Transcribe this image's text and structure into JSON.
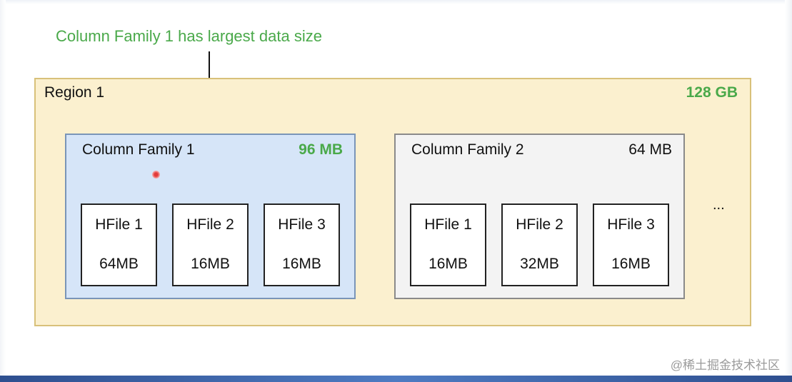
{
  "annotation": "Column Family 1 has largest data size",
  "region": {
    "name": "Region 1",
    "size": "128 GB",
    "ellipsis": "...",
    "column_families": [
      {
        "name": "Column Family 1",
        "size": "96 MB",
        "highlighted": true,
        "hfiles": [
          {
            "name": "HFile 1",
            "size": "64MB"
          },
          {
            "name": "HFile 2",
            "size": "16MB"
          },
          {
            "name": "HFile 3",
            "size": "16MB"
          }
        ]
      },
      {
        "name": "Column Family 2",
        "size": "64 MB",
        "highlighted": false,
        "hfiles": [
          {
            "name": "HFile 1",
            "size": "16MB"
          },
          {
            "name": "HFile 2",
            "size": "32MB"
          },
          {
            "name": "HFile 3",
            "size": "16MB"
          }
        ]
      }
    ]
  },
  "watermark": "@稀土掘金技术社区",
  "colors": {
    "highlight_green": "#4aa94a",
    "region_fill": "#fbf0cf",
    "region_border": "#d8c17a",
    "cf1_fill": "#d6e5f8",
    "cf2_fill": "#f3f3f3",
    "hfile_border": "#222222"
  }
}
